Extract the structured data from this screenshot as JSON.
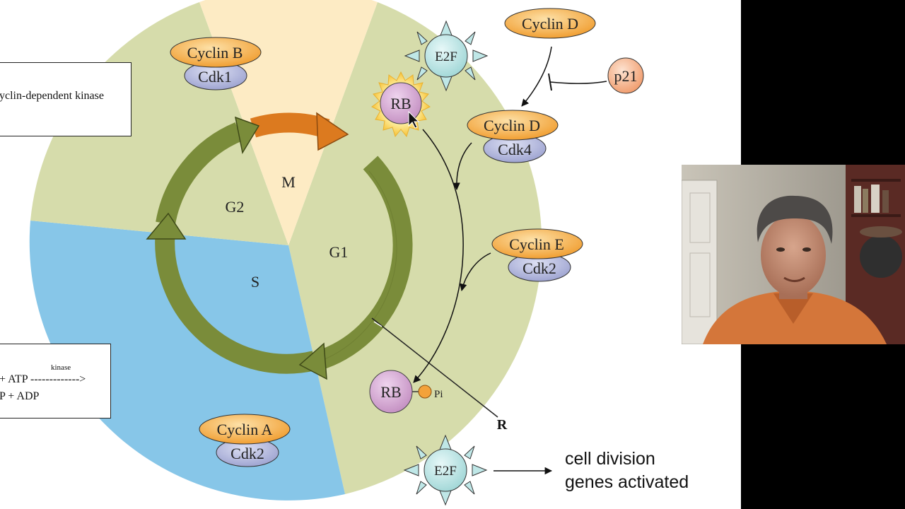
{
  "phases": {
    "m": "M",
    "g1": "G1",
    "g2": "G2",
    "s": "S"
  },
  "complexes": {
    "cyclin_b": "Cyclin B",
    "cdk1": "Cdk1",
    "cyclin_a": "Cyclin A",
    "cdk2_a": "Cdk2",
    "cyclin_d_free": "Cyclin D",
    "cyclin_d": "Cyclin D",
    "cdk4": "Cdk4",
    "cyclin_e": "Cyclin E",
    "cdk2_e": "Cdk2"
  },
  "proteins": {
    "p21": "p21",
    "e2f_top": "E2F",
    "e2f_bottom": "E2F",
    "rb_top": "RB",
    "rb_bottom": "RB",
    "pi": "Pi",
    "restriction_point": "R"
  },
  "left_boxes": {
    "top_text": "yclin-dependent kinase",
    "reaction_line1": "+ ATP ------------->",
    "reaction_line2": "P + ADP",
    "kinase_label": "kinase"
  },
  "caption": {
    "line1": "cell division",
    "line2": "genes activated"
  },
  "colors": {
    "g1_region": "#d6dcab",
    "m_region": "#fdebc4",
    "s_region": "#87c6e8",
    "cycle_arrow": "#7a8c3a",
    "m_arrow": "#dc7a1f",
    "cyclin": "#f5b04a",
    "cdk": "#b0b4da",
    "rb": "#d8a8d6",
    "e2f": "#bfe7e7",
    "p21": "#f6b896"
  }
}
